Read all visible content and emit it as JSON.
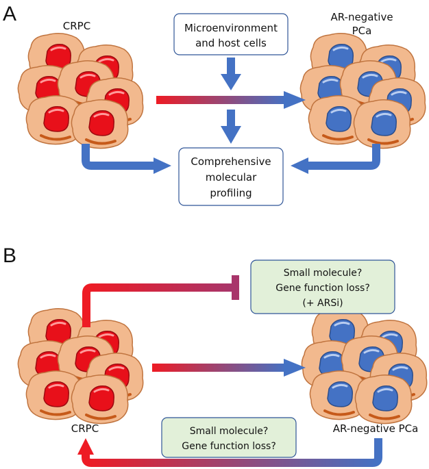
{
  "panels": {
    "a": {
      "letter": "A",
      "left_label": "CRPC",
      "right_label_line1": "AR-negative",
      "right_label_line2": "PCa",
      "top_box_line1": "Microenvironment",
      "top_box_line2": "and host cells",
      "bottom_box_line1": "Comprehensive",
      "bottom_box_line2": "molecular",
      "bottom_box_line3": "profiling"
    },
    "b": {
      "letter": "B",
      "left_label": "CRPC",
      "right_label": "AR-negative PCa",
      "top_box_line1": "Small molecule?",
      "top_box_line2": "Gene function loss?",
      "top_box_line3": "(+ ARSi)",
      "bottom_box_line1": "Small molecule?",
      "bottom_box_line2": "Gene function loss?"
    }
  },
  "colors": {
    "crpc_nucleus": "#e8101a",
    "ar_negative_nucleus": "#4472c4",
    "cell_body": "#f2b98e",
    "cell_outline": "#c0743f",
    "arrow_blue": "#4472c4",
    "arrow_red": "#e8101a",
    "green_box": "#e2f0d9"
  }
}
